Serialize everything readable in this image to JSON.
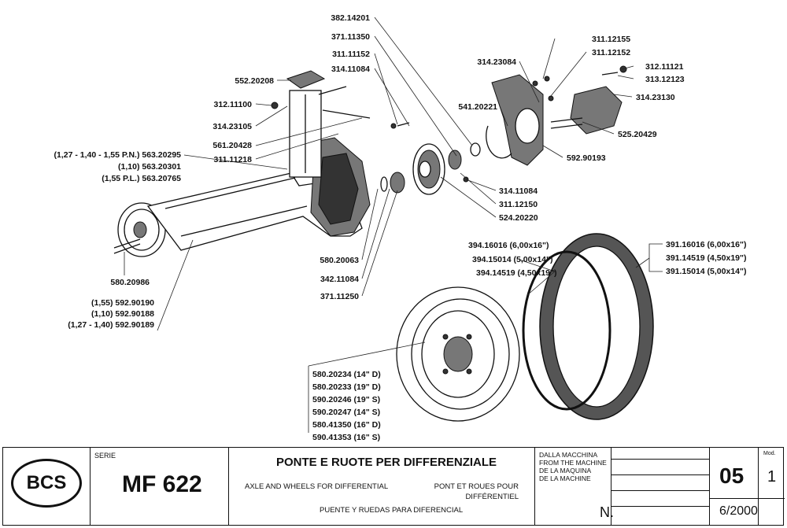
{
  "drawing": {
    "labels": {
      "l382_14201": "382.14201",
      "l371_11350": "371.11350",
      "l311_11152": "311.11152",
      "l314_11084_top": "314.11084",
      "l552_20208": "552.20208",
      "l312_11100": "312.11100",
      "l314_23105": "314.23105",
      "l561_20428": "561.20428",
      "l311_11218": "311.11218",
      "l563_20295": "(1,27 - 1,40 - 1,55 P.N.) 563.20295",
      "l563_20301": "(1,10) 563.20301",
      "l563_20765": "(1,55 P.L.) 563.20765",
      "l580_20986": "580.20986",
      "l592_90190": "(1,55) 592.90190",
      "l592_90188": "(1,10) 592.90188",
      "l592_90189": "(1,27 - 1,40) 592.90189",
      "l580_20063": "580.20063",
      "l342_11084": "342.11084",
      "l371_11250": "371.11250",
      "l314_23084": "314.23084",
      "l311_12155": "311.12155",
      "l311_12152": "311.12152",
      "l312_11121": "312.11121",
      "l313_12123": "313.12123",
      "l314_23130": "314.23130",
      "l541_20221": "541.20221",
      "l525_20429": "525.20429",
      "l592_90193": "592.90193",
      "l314_11084_mid": "314.11084",
      "l311_12150": "311.12150",
      "l524_20220": "524.20220",
      "l394_16016": "394.16016 (6,00x16\")",
      "l394_15014": "394.15014 (5,00x14\")",
      "l394_14519": "394.14519 (4,50x19\")",
      "l391_16016": "391.16016 (6,00x16\")",
      "l391_14519": "391.14519 (4,50x19\")",
      "l391_15014": "391.15014 (5,00x14\")",
      "l580_20234": "580.20234 (14\" D)",
      "l580_20233": "580.20233 (19\" D)",
      "l590_20246": "590.20246 (19\" S)",
      "l590_20247": "590.20247 (14\" S)",
      "l580_41350": "580.41350 (16\" D)",
      "l590_41353": "590.41353 (16\" S)"
    }
  },
  "title_block": {
    "logo": "BCS",
    "serie_label": "SERIE",
    "model": "MF 622",
    "title_it": "PONTE E RUOTE PER DIFFERENZIALE",
    "title_en": "AXLE AND WHEELS FOR DIFFERENTIAL",
    "title_fr_1": "PONT ET ROUES POUR",
    "title_fr_2": "DIFFÉRENTIEL",
    "title_es": "PUENTE Y RUEDAS PARA DIFERENCIAL",
    "from_machine_1": "DALLA MACCHINA",
    "from_machine_2": "FROM THE MACHINE",
    "from_machine_3": "DE LA MAQUINA",
    "from_machine_4": "DE LA MACHINE",
    "number_label": "N.",
    "page": "05",
    "mod_label": "Mod.",
    "revision": "1",
    "date": "6/2000"
  }
}
